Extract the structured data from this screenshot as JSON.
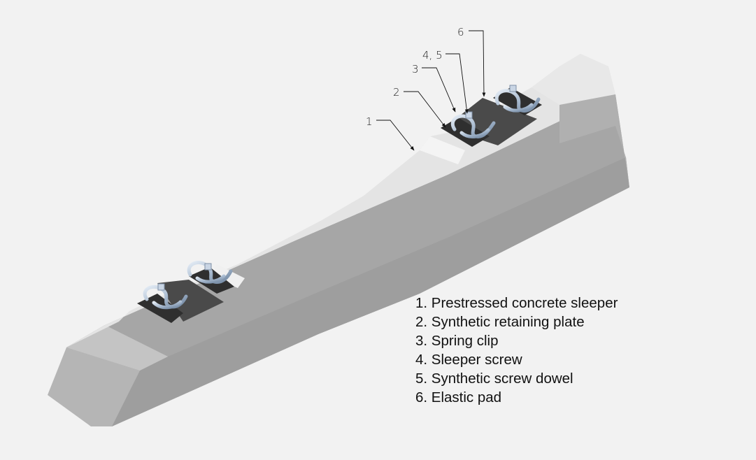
{
  "figure": {
    "subject": "Prestressed concrete sleeper with rail fastening system",
    "callouts": [
      {
        "id": "1",
        "label": "1"
      },
      {
        "id": "2",
        "label": "2"
      },
      {
        "id": "3",
        "label": "3"
      },
      {
        "id": "45",
        "label": "4, 5"
      },
      {
        "id": "6",
        "label": "6"
      }
    ],
    "legend": [
      "1. Prestressed concrete sleeper",
      "2. Synthetic retaining plate",
      "3. Spring clip",
      "4. Sleeper screw",
      "5. Synthetic screw dowel",
      "6. Elastic pad"
    ],
    "colors": {
      "background": "#f2f2f2",
      "concrete_top": "#e3e3e3",
      "concrete_side": "#a3a3a3",
      "concrete_end": "#b9b9b9",
      "pad": "#4a4a4a",
      "clip": "#b7c6d8"
    }
  }
}
